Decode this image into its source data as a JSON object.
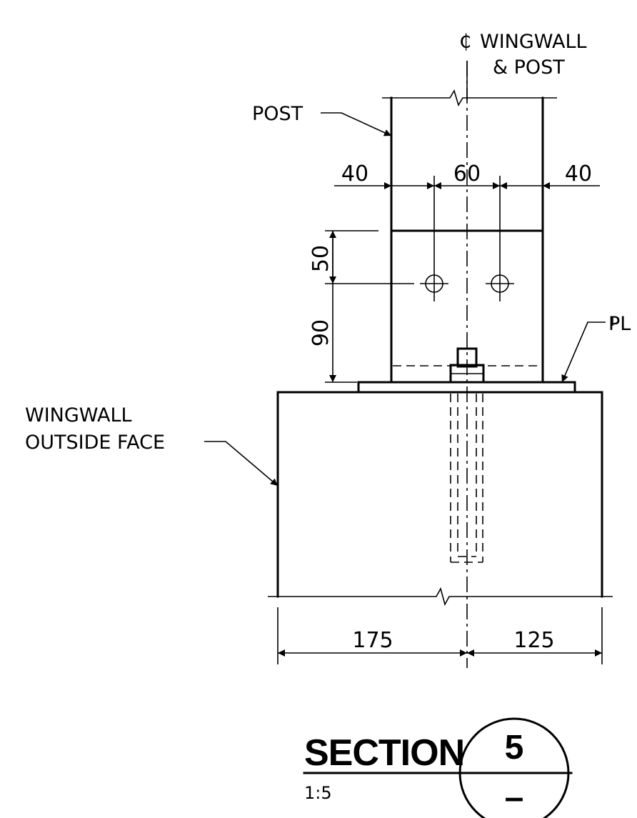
{
  "labels": {
    "centerline_symbol": "₵",
    "centerline_line1": "WINGWALL",
    "centerline_line2": "& POST",
    "post": "POST",
    "plate": "PL",
    "wingwall_line1": "WINGWALL",
    "wingwall_line2": "OUTSIDE FACE"
  },
  "dimensions": {
    "post_left_edge": "40",
    "bolt_spacing": "60",
    "post_right_edge": "40",
    "top_edge_to_bolt": "50",
    "bolt_to_plate": "90",
    "wall_left_to_cl": "175",
    "cl_to_wall_right": "125"
  },
  "title_block": {
    "title": "SECTION",
    "section_number": "5",
    "sheet_reference": "–",
    "scale": "1:5"
  }
}
